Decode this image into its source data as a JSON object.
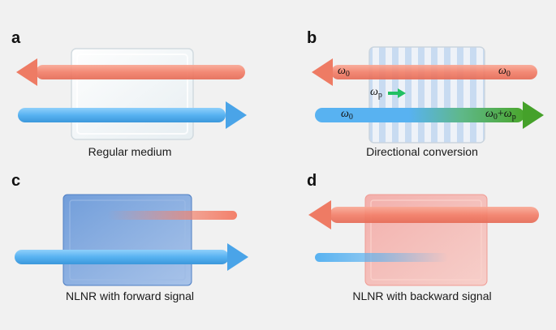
{
  "panels": {
    "a": {
      "letter": "a",
      "caption": "Regular medium"
    },
    "b": {
      "letter": "b",
      "caption": "Directional conversion"
    },
    "c": {
      "letter": "c",
      "caption": "NLNR with forward signal"
    },
    "d": {
      "letter": "d",
      "caption": "NLNR with backward signal"
    }
  },
  "labels": {
    "omega": "ω",
    "sub0": "0",
    "subp": "p",
    "plus": "+"
  },
  "colors": {
    "background": "#f1f1f1",
    "red_beam": "#f4836b",
    "blue_beam": "#5ab4f1",
    "green_beam": "#4ea92f",
    "pump_arrow": "#22c063",
    "blue_medium": "#6f9fdc",
    "red_medium": "#f7a6a0"
  }
}
